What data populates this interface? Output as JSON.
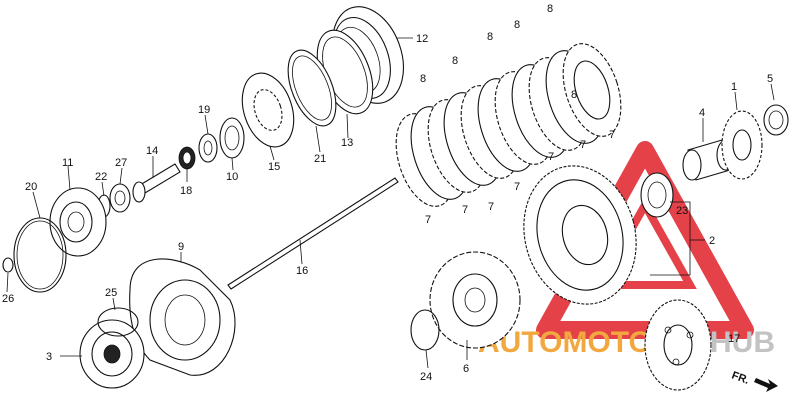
{
  "diagram": {
    "part_labels": [
      {
        "id": "p1",
        "text": "1"
      },
      {
        "id": "p2",
        "text": "2"
      },
      {
        "id": "p3",
        "text": "3"
      },
      {
        "id": "p4",
        "text": "4"
      },
      {
        "id": "p5",
        "text": "5"
      },
      {
        "id": "p6",
        "text": "6"
      },
      {
        "id": "p7a",
        "text": "7"
      },
      {
        "id": "p7b",
        "text": "7"
      },
      {
        "id": "p7c",
        "text": "7"
      },
      {
        "id": "p7d",
        "text": "7"
      },
      {
        "id": "p7e",
        "text": "7"
      },
      {
        "id": "p7f",
        "text": "7"
      },
      {
        "id": "p7g",
        "text": "7"
      },
      {
        "id": "p8a",
        "text": "8"
      },
      {
        "id": "p8b",
        "text": "8"
      },
      {
        "id": "p8c",
        "text": "8"
      },
      {
        "id": "p8d",
        "text": "8"
      },
      {
        "id": "p8e",
        "text": "8"
      },
      {
        "id": "p8f",
        "text": "8"
      },
      {
        "id": "p9",
        "text": "9"
      },
      {
        "id": "p10",
        "text": "10"
      },
      {
        "id": "p11",
        "text": "11"
      },
      {
        "id": "p12",
        "text": "12"
      },
      {
        "id": "p13",
        "text": "13"
      },
      {
        "id": "p14",
        "text": "14"
      },
      {
        "id": "p15",
        "text": "15"
      },
      {
        "id": "p16",
        "text": "16"
      },
      {
        "id": "p17",
        "text": "17"
      },
      {
        "id": "p18",
        "text": "18"
      },
      {
        "id": "p19",
        "text": "19"
      },
      {
        "id": "p20",
        "text": "20"
      },
      {
        "id": "p21",
        "text": "21"
      },
      {
        "id": "p22",
        "text": "22"
      },
      {
        "id": "p23",
        "text": "23"
      },
      {
        "id": "p24",
        "text": "24"
      },
      {
        "id": "p25",
        "text": "25"
      },
      {
        "id": "p26",
        "text": "26"
      },
      {
        "id": "p27",
        "text": "27"
      }
    ],
    "direction_marker": "FR.",
    "watermark": {
      "text_orange": "AUTOMOTO",
      "text_gray": "HUB",
      "color_red": "#e0202a",
      "color_orange": "#f29a1e",
      "color_gray": "#b9b9b9"
    }
  }
}
